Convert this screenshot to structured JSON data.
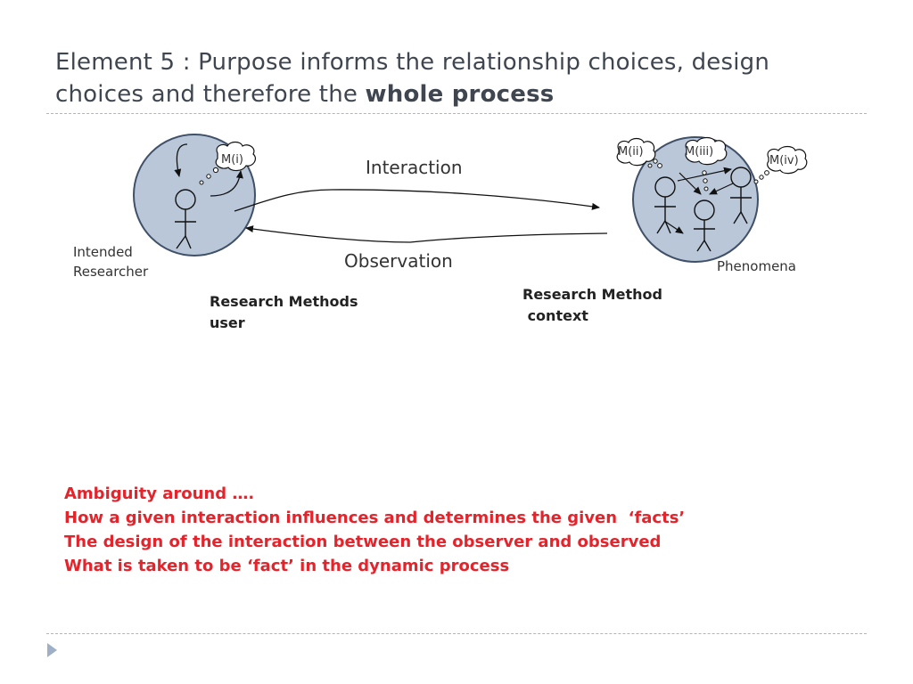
{
  "title": {
    "line1": "Element 5 : Purpose informs the relationship choices, design",
    "line2_prefix": "choices and therefore the ",
    "line2_bold": "whole process"
  },
  "diagram": {
    "researcher_bubble": "M(i)",
    "phenomena_bubbles": [
      "M(ii)",
      "M(iii)",
      "M(iv)"
    ],
    "interaction_label": "Interaction",
    "observation_label": "Observation",
    "researcher_label_1": "Intended",
    "researcher_label_2": "Researcher",
    "phenomena_label": "Phenomena",
    "methods_user_1": "Research Methods",
    "methods_user_2": "user",
    "method_context_1": "Research Method",
    "method_context_2": " context"
  },
  "notes": [
    "Ambiguity around ….",
    "How a given interaction influences and determines the given  ‘facts’",
    "The design of the interaction between the observer and observed",
    "What is taken to be ‘fact’ in the dynamic process"
  ],
  "colors": {
    "circle_fill": "#b9c7d9",
    "circle_stroke": "#3f5068",
    "note_red": "#e4232b",
    "rule": "#a9b6c8"
  }
}
